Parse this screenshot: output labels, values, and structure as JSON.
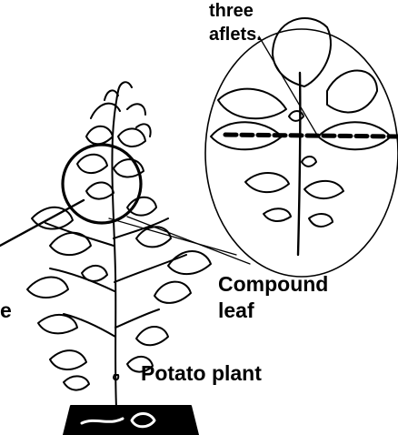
{
  "labels": {
    "three": "three",
    "leaflets": "aflets.",
    "compound": "Compound",
    "leaf": "leaf",
    "potato_plant": "Potato plant",
    "left_fragment": "e"
  },
  "colors": {
    "ink": "#000000",
    "background": "#ffffff"
  }
}
